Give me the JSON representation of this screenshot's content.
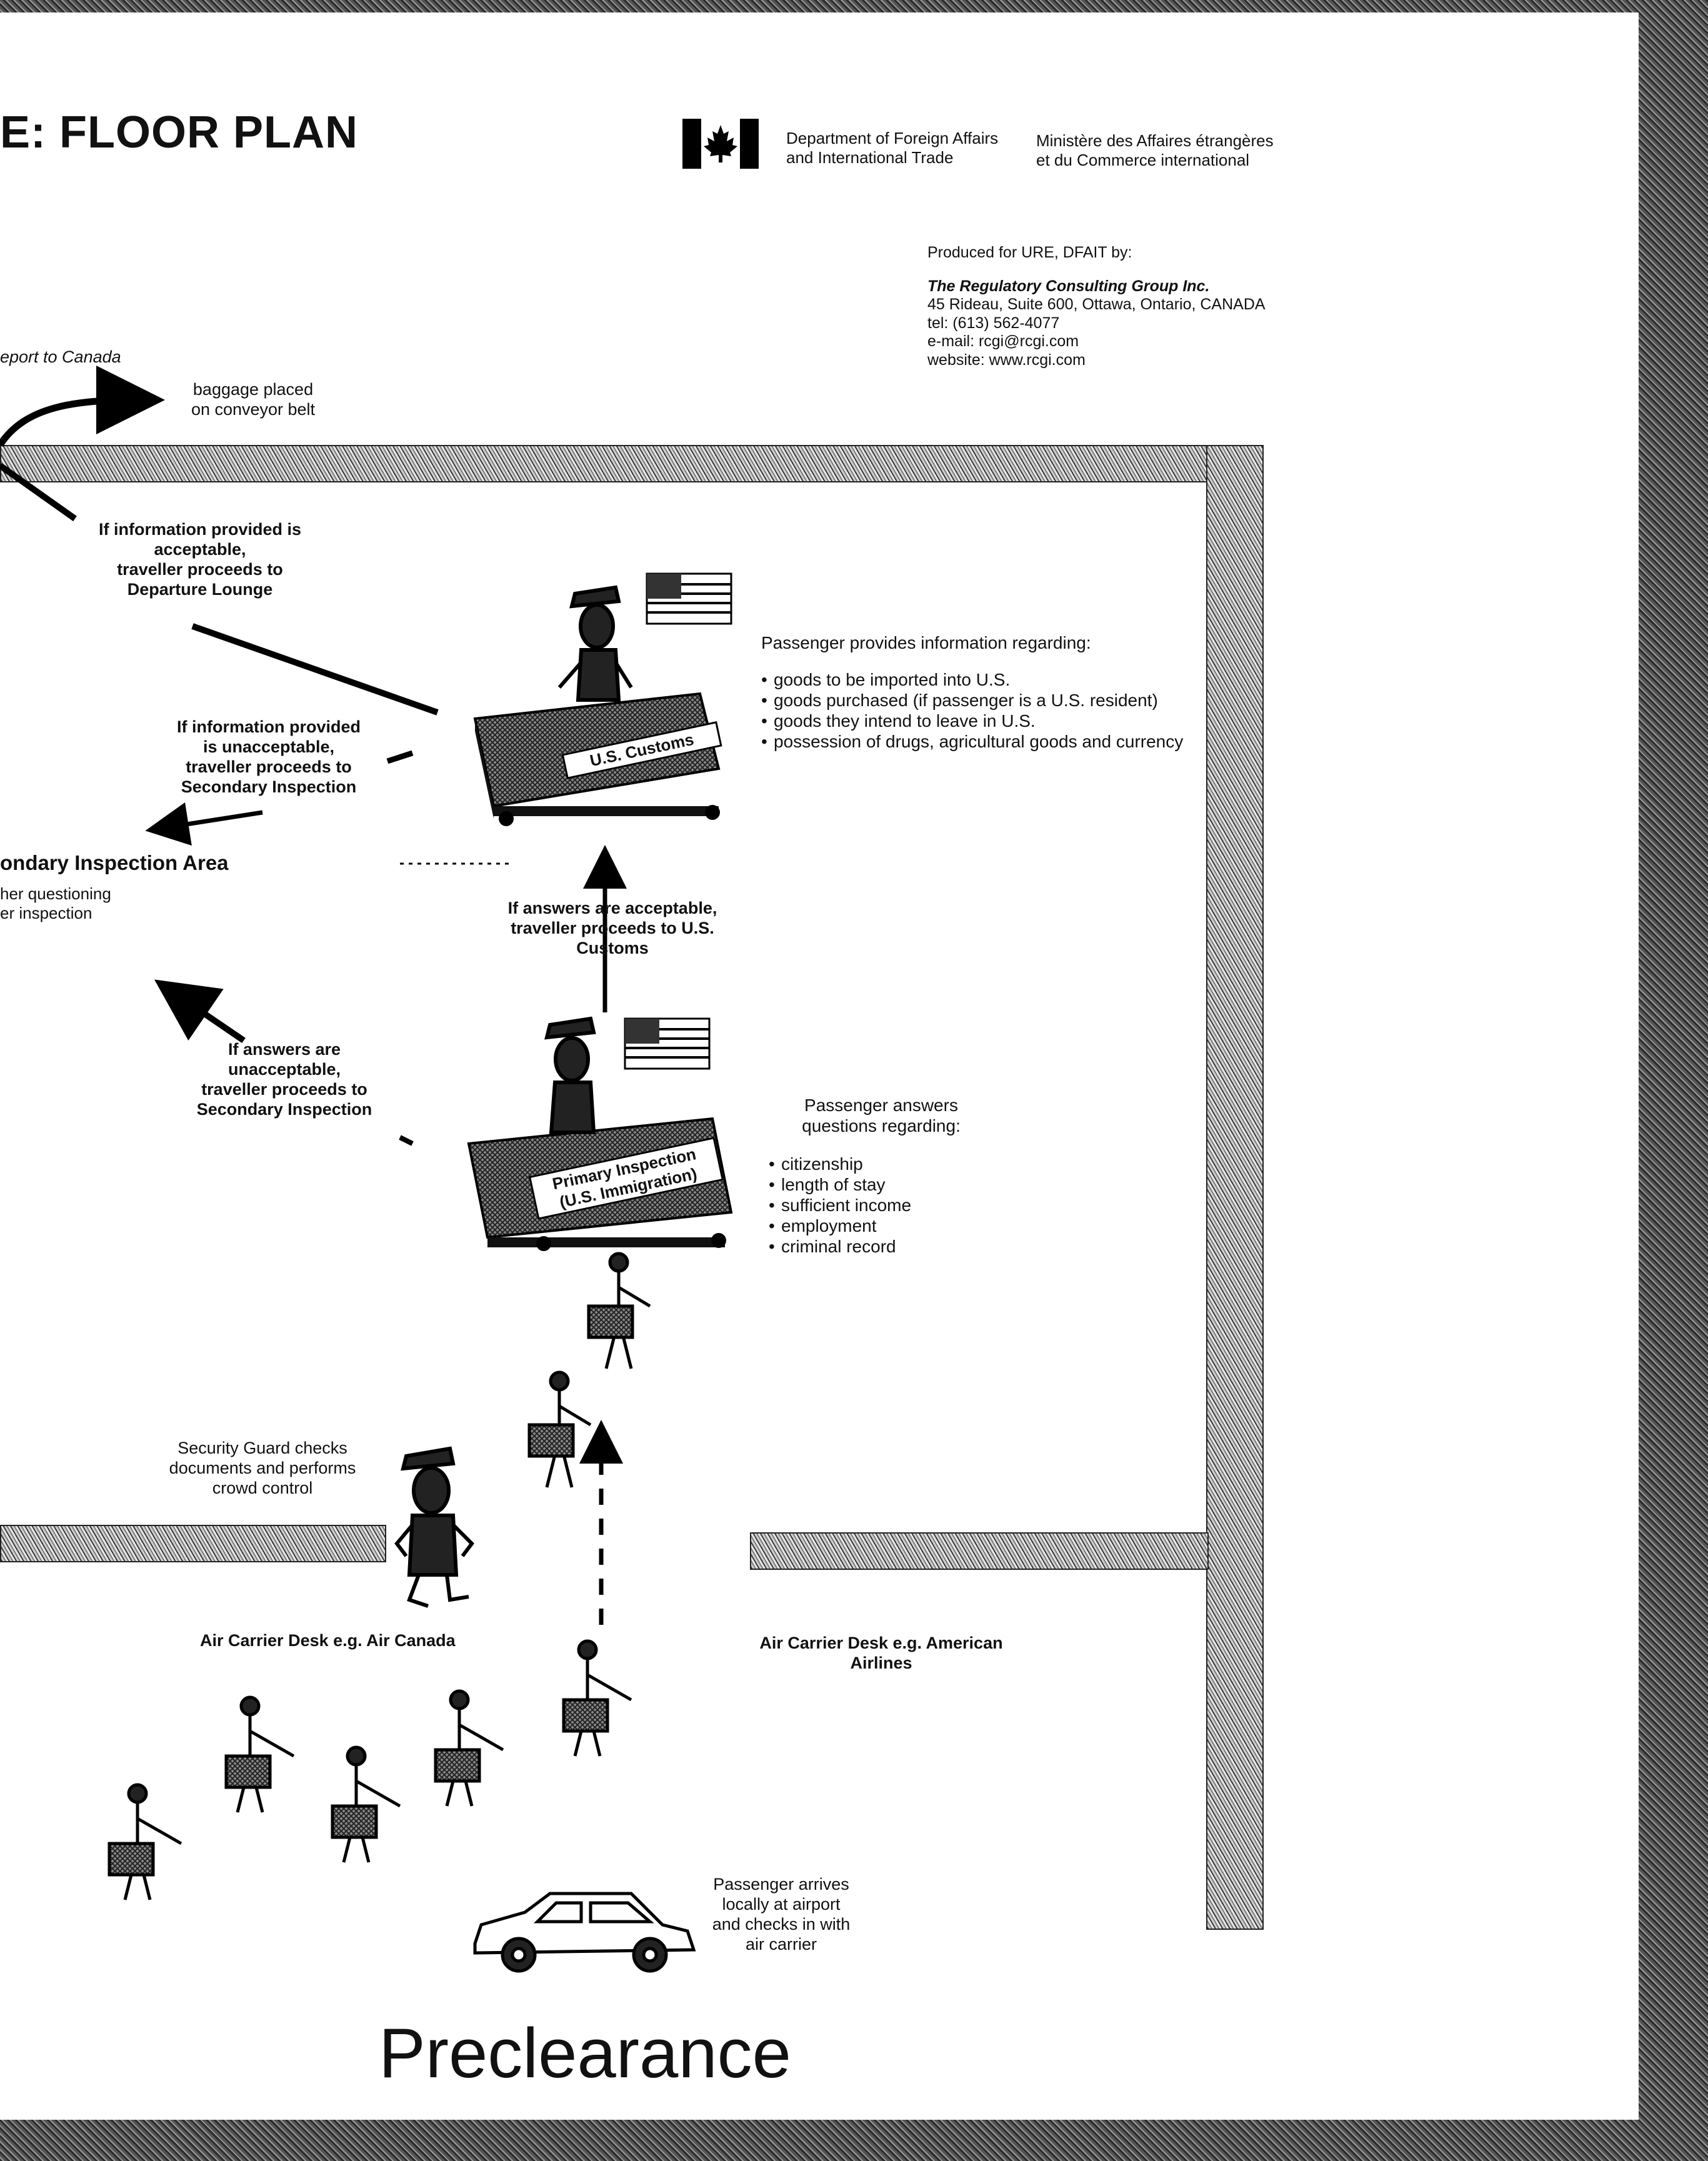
{
  "title": "E: FLOOR PLAN",
  "department": {
    "en": [
      "Department of Foreign Affairs",
      "and International Trade"
    ],
    "fr": [
      "Ministère des Affaires étrangères",
      "et du Commerce international"
    ]
  },
  "producer": {
    "intro": "Produced for URE, DFAIT by:",
    "company": "The Regulatory Consulting Group Inc.",
    "address": "45 Rideau, Suite 600, Ottawa, Ontario, CANADA",
    "tel": "tel: (613) 562-4077",
    "email": "e-mail: rcgi@rcgi.com",
    "website": "website: www.rcgi.com"
  },
  "labels": {
    "report_canada": "eport to Canada",
    "baggage": [
      "baggage placed",
      "on conveyor belt"
    ],
    "info_acceptable": [
      "If information provided is",
      "acceptable,",
      "traveller proceeds to",
      "Departure Lounge"
    ],
    "info_unacceptable": [
      "If information provided",
      "is unacceptable,",
      "traveller proceeds to",
      "Secondary Inspection"
    ],
    "secondary_area": "ondary Inspection Area",
    "secondary_sub": [
      "her questioning",
      "er inspection"
    ],
    "answers_acceptable": [
      "If answers are acceptable,",
      "traveller proceeds to U.S.",
      "Customs"
    ],
    "answers_unacceptable": [
      "If answers are",
      "unacceptable,",
      "traveller proceeds to",
      "Secondary Inspection"
    ],
    "customs_desk": "U.S. Customs",
    "primary_desk": [
      "Primary Inspection",
      "(U.S. Immigration)"
    ],
    "security": [
      "Security Guard checks",
      "documents and performs",
      "crowd control"
    ],
    "desk_air_canada": "Air Carrier Desk e.g. Air Canada",
    "desk_american": [
      "Air Carrier Desk e.g. American",
      "Airlines"
    ],
    "arrives": [
      "Passenger arrives",
      "locally at airport",
      "and checks in with",
      "air carrier"
    ],
    "footer": "Preclearance"
  },
  "customs_info": {
    "heading": "Passenger provides information regarding:",
    "items": [
      "goods to be imported into U.S.",
      "goods purchased (if passenger is a U.S. resident)",
      "goods they intend to leave in U.S.",
      "possession of drugs, agricultural goods and currency"
    ]
  },
  "immigration_info": {
    "heading": [
      "Passenger answers",
      "questions regarding:"
    ],
    "items": [
      "citizenship",
      "length of stay",
      "sufficient income",
      "employment",
      "criminal record"
    ]
  }
}
